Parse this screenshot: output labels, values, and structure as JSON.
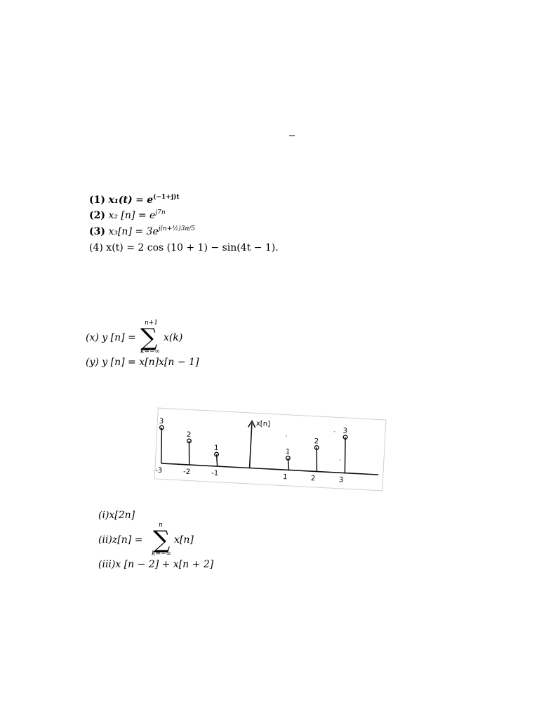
{
  "header_mark": "–",
  "signals": [
    {
      "num": "(1)",
      "lhs": "x₁(t)",
      "eq": "=",
      "base": "e",
      "exp": "(−1+j)t"
    },
    {
      "num": "(2)",
      "lhs": "x₂ [n]",
      "eq": "=",
      "base": "e",
      "exp": "j7n"
    },
    {
      "num": "(3)",
      "lhs": "x₃[n]",
      "eq": "=",
      "base": "3e",
      "exp": "j(n+½)3π/5"
    },
    {
      "num": "(4)",
      "expr": "x(t) = 2 cos (10 + 1) − sin(4t − 1)."
    }
  ],
  "systems": {
    "x": {
      "label": "(x) y [n] =",
      "upper": "n+1",
      "lower": "k=−∞",
      "term": "x(k)"
    },
    "y": {
      "label": "(y) y [n] = x[n]x[n − 1]"
    }
  },
  "figure": {
    "axis_label": "x[n]",
    "ticks": [
      "-3",
      "-2",
      "-1",
      "1",
      "2",
      "3"
    ],
    "stem_labels": [
      "3",
      "2",
      "1",
      "1",
      "2",
      "3"
    ]
  },
  "chart_data": {
    "type": "stem",
    "title": "",
    "xlabel": "",
    "ylabel": "x[n]",
    "x": [
      -3,
      -2,
      -1,
      1,
      2,
      3
    ],
    "y": [
      3,
      2,
      1,
      1,
      2,
      3
    ]
  },
  "parts": {
    "i": "(i)x[2n]",
    "ii": {
      "label": "(ii)z[n]  =",
      "upper": "n",
      "lower": "k=−∞",
      "term": "x[n]"
    },
    "iii": "(iii)x [n − 2]  +  x[n + 2]"
  }
}
